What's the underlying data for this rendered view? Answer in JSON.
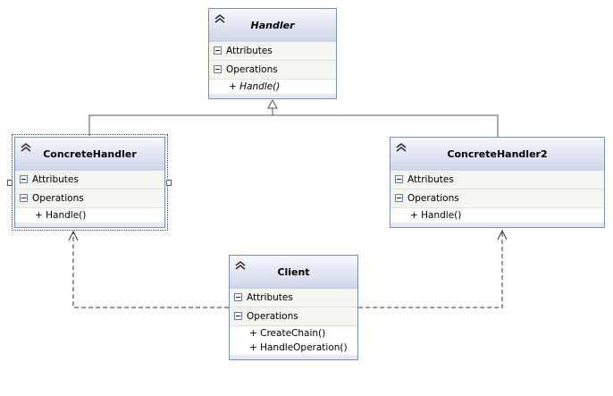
{
  "classes": {
    "handler": {
      "name": "Handler",
      "attributes_label": "Attributes",
      "operations_label": "Operations",
      "operations": [
        "+ Handle()"
      ]
    },
    "concrete_handler": {
      "name": "ConcreteHandler",
      "attributes_label": "Attributes",
      "operations_label": "Operations",
      "operations": [
        "+ Handle()"
      ]
    },
    "concrete_handler2": {
      "name": "ConcreteHandler2",
      "attributes_label": "Attributes",
      "operations_label": "Operations",
      "operations": [
        "+ Handle()"
      ]
    },
    "client": {
      "name": "Client",
      "attributes_label": "Attributes",
      "operations_label": "Operations",
      "operations": [
        "+ CreateChain()",
        "+ HandleOperation()"
      ]
    }
  },
  "relationships": [
    {
      "type": "inheritance",
      "from": "ConcreteHandler",
      "to": "Handler"
    },
    {
      "type": "inheritance",
      "from": "ConcreteHandler2",
      "to": "Handler"
    },
    {
      "type": "dependency",
      "from": "Client",
      "to": "ConcreteHandler"
    },
    {
      "type": "dependency",
      "from": "Client",
      "to": "ConcreteHandler2"
    }
  ],
  "colors": {
    "border": "#7c8fb8",
    "header_gradient_top": "#f7f8fc",
    "header_gradient_bottom": "#cfd6ea",
    "section_bg": "#f4f5ef",
    "line": "#555555"
  }
}
